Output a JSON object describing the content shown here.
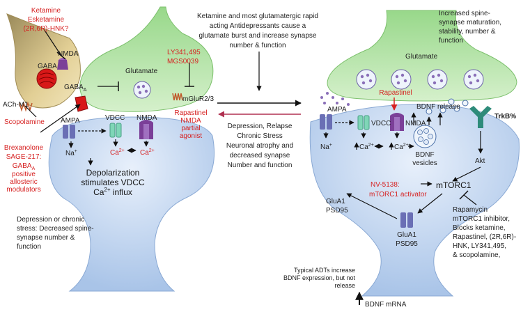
{
  "left": {
    "drugs_red": [
      "Ketamine",
      "Esketamine",
      "(2R,6R)-HNK?"
    ],
    "nmda_top": "NMDA",
    "gaba_cell": "GABA",
    "ach": "ACh-M1",
    "gaba_a": "GABA",
    "gaba_a_sub": "A",
    "scopolamine": "Scopolamine",
    "glutamate": "Glutamate",
    "ly_lines": [
      "LY341,495",
      "MGS0039"
    ],
    "mglur": "mGluR2/3",
    "rapastinel_lines": [
      "Rapastinel",
      "NMDA",
      "partial",
      "agonist"
    ],
    "ampa": "AMPA",
    "vdcc": "VDCC",
    "nmda": "NMDA",
    "na": "Na",
    "na_sup": "+",
    "ca1": "Ca",
    "ca2": "Ca",
    "ca_sup": "2+",
    "brex_lines": [
      "Brexanolone",
      "SAGE-217:"
    ],
    "gaba_mod_1": "GABA",
    "gaba_mod_1_sub": "A",
    "gaba_mod_2": "positive",
    "gaba_mod_3": "allosteric",
    "gaba_mod_4": "modulators",
    "depol_lines": [
      "Depolarization",
      "stimulates VDCC"
    ],
    "ca_influx": "Ca",
    "ca_influx_sup": "2+",
    "ca_influx_rest": " influx",
    "stress_lines": [
      "Depression or chronic",
      "stress: Decreased spine-",
      "synapse number &",
      "function"
    ]
  },
  "middle": {
    "top_lines": [
      "Ketamine and most glutamatergic rapid",
      "acting Antidepressants cause a",
      "glutamate burst and increase synapse",
      "number & function"
    ],
    "bottom_lines": [
      "Depression, Relapse",
      "Chronic Stress",
      "Neuronal atrophy and",
      "decreased synapse",
      "Number and function"
    ]
  },
  "right": {
    "top_lines": [
      "Increased spine-",
      "synapse maturation,",
      "stability, number &",
      "function"
    ],
    "glutamate": "Glutamate",
    "rapastinel": "Rapastinel",
    "ampa": "AMPA",
    "vdcc": "VDCC",
    "nmda": "NMDA",
    "bdnf_release": "BDNF release",
    "trkb": "TrkB%",
    "na": "Na",
    "na_sup": "+",
    "ca1": "Ca",
    "ca2": "Ca",
    "ca_sup": "2+",
    "bdnf_ves_lines": [
      "BDNF",
      "vesicles"
    ],
    "akt": "Akt",
    "nv": "NV-5138:",
    "nv_sub": "mTORC1 activator",
    "mtorc1": "mTORC1",
    "glua1_left": [
      "GluA1",
      "PSD95"
    ],
    "glua1_bottom": [
      "GluA1",
      "PSD95"
    ],
    "rapamycin_lines": [
      "Rapamycin",
      "mTORC1 inhibitor,",
      "Blocks ketamine,",
      "Rapastinel, (2R,6R)-",
      "HNK, LY341,495,",
      "& scopolamine,"
    ],
    "typical_lines": [
      "Typical ADTs increase",
      "BDNF expression, but not",
      "release"
    ],
    "bdnf_mrna": "BDNF mRNA"
  },
  "colors": {
    "red": "#d62020",
    "glutamate_green": "#b7e4a8",
    "postsynaptic_blue": "#cfe0f5",
    "gaba_tan": "#d9c48e",
    "receptor_purple": "#6a5fa8",
    "vdcc_green": "#7fd6b7",
    "nmda_purple": "#7b3f98",
    "trkb_teal": "#2e8b7a"
  }
}
